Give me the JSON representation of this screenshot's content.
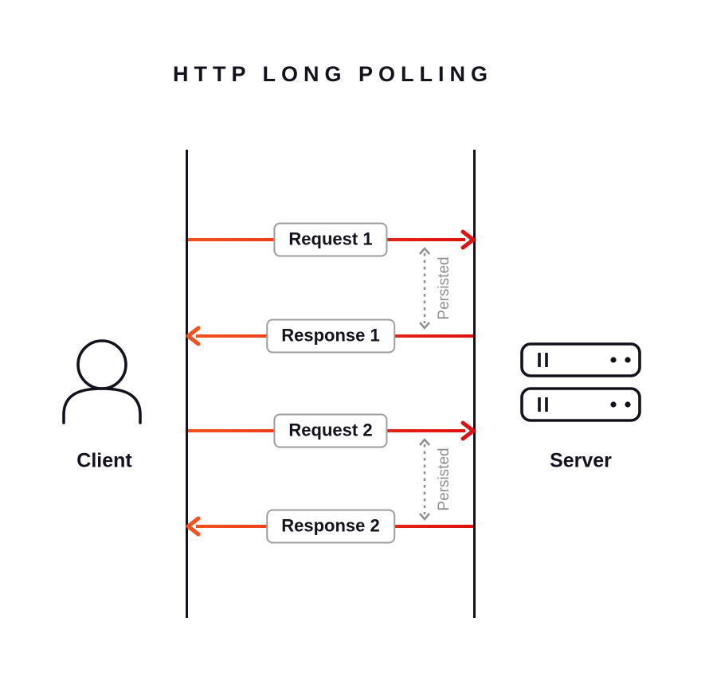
{
  "title": "HTTP LONG POLLING",
  "actors": {
    "client": {
      "label": "Client",
      "icon": "person-icon"
    },
    "server": {
      "label": "Server",
      "icon": "server-stack-icon"
    }
  },
  "messages": [
    {
      "label": "Request 1",
      "from": "client",
      "to": "server"
    },
    {
      "label": "Response 1",
      "from": "server",
      "to": "client"
    },
    {
      "label": "Request 2",
      "from": "client",
      "to": "server"
    },
    {
      "label": "Response 2",
      "from": "server",
      "to": "client"
    }
  ],
  "annotations": [
    {
      "label": "Persisted"
    },
    {
      "label": "Persisted"
    }
  ],
  "colors": {
    "arrow_start_orange": "#f4511e",
    "arrow_end_red": "#e01111",
    "annotation_gray": "#8f8f8f",
    "line_dark": "#13131d",
    "box_border_gray": "#9e9e9e"
  }
}
